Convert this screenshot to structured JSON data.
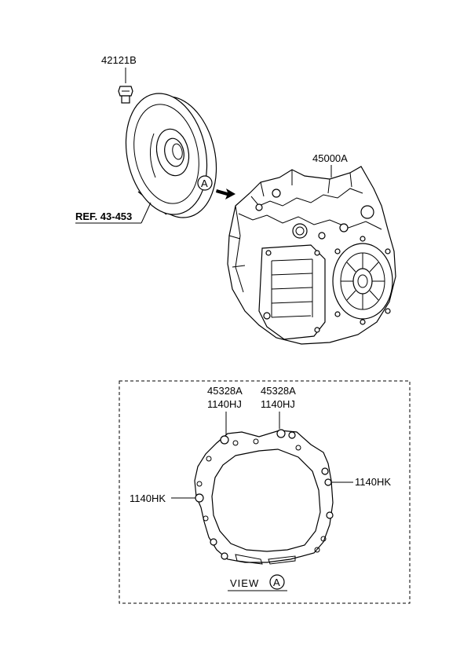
{
  "parts": {
    "bolt": {
      "number": "42121B"
    },
    "torque_converter": {
      "reference": "REF. 43-453"
    },
    "transaxle": {
      "number": "45000A"
    },
    "view_marker": {
      "letter": "A"
    },
    "gasket_left_pin": {
      "number": "45328A",
      "bolt": "1140HJ"
    },
    "gasket_right_pin": {
      "number": "45328A",
      "bolt": "1140HJ"
    },
    "gasket_left_bolt": {
      "number": "1140HK"
    },
    "gasket_right_bolt": {
      "number": "1140HK"
    }
  },
  "view_caption": {
    "word": "VIEW",
    "letter": "A"
  },
  "colors": {
    "line": "#000000",
    "background": "#ffffff"
  }
}
